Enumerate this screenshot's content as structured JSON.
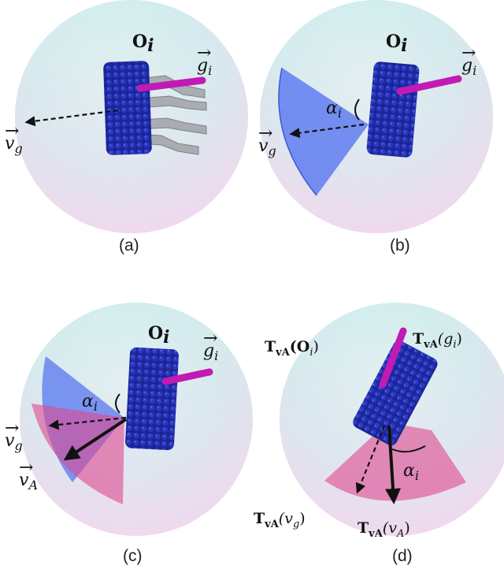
{
  "panels": [
    {
      "caption": "(a)",
      "object_label": "O",
      "object_sub": "i",
      "gripper_label": "g",
      "gripper_sub": "i",
      "gaze_label": "v",
      "gaze_sub": "g"
    },
    {
      "caption": "(b)",
      "object_label": "O",
      "object_sub": "i",
      "gripper_label": "g",
      "gripper_sub": "i",
      "gaze_label": "v",
      "gaze_sub": "g",
      "angle_label": "α",
      "angle_sub": "i"
    },
    {
      "caption": "(c)",
      "object_label": "O",
      "object_sub": "i",
      "gripper_label": "g",
      "gripper_sub": "i",
      "gaze_label": "v",
      "gaze_sub": "g",
      "approach_label": "v",
      "approach_sub": "A",
      "angle_label": "α",
      "angle_sub": "i"
    },
    {
      "caption": "(d)",
      "transform_prefix": "T",
      "transform_sub": "vA",
      "object_arg": "(O",
      "object_sub": "i",
      "gripper_arg": "(g",
      "gripper_sub": "i",
      "gaze_arg": "(v",
      "gaze_sub": "g",
      "approach_arg": "(v",
      "approach_sub": "A",
      "close": ")",
      "angle_label": "α",
      "angle_sub": "i"
    }
  ],
  "colors": {
    "sphere_top": "#bfe8e6",
    "sphere_bottom": "#f1d4ec",
    "object": "#1f2ba8",
    "gripper": "#c21ab4",
    "grasp_fan": "#9aa0a8",
    "cone_blue": "#4f6ff0",
    "cone_pink": "#e0488f"
  }
}
